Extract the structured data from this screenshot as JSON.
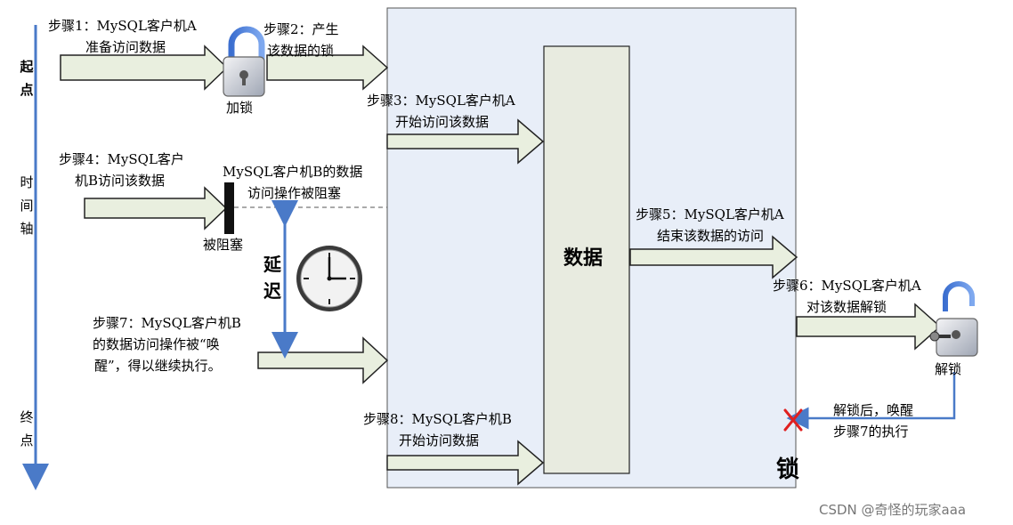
{
  "timeline": {
    "start": "起点",
    "axis": "时间轴",
    "end": "终点"
  },
  "steps": {
    "s1": [
      "步骤1：MySQL客户机A",
      "准备访问数据"
    ],
    "s2": [
      "步骤2：产生",
      "该数据的锁"
    ],
    "s3": [
      "步骤3：MySQL客户机A",
      "开始访问该数据"
    ],
    "s4": [
      "步骤4：MySQL客户",
      "机B访问该数据"
    ],
    "blocked_note": [
      "MySQL客户机B的数据",
      "访问操作被阻塞"
    ],
    "s5": [
      "步骤5：MySQL客户机A",
      "结束该数据的访问"
    ],
    "s6": [
      "步骤6：MySQL客户机A",
      "对该数据解锁"
    ],
    "s7": [
      "步骤7：MySQL客户机B",
      "的数据访问操作被“唤",
      "醒”，得以继续执行。"
    ],
    "s8": [
      "步骤8：MySQL客户机B",
      "开始访问数据"
    ]
  },
  "labels": {
    "lock": "加锁",
    "blocked": "被阻塞",
    "delay": "延迟",
    "data": "数据",
    "unlock": "解锁",
    "wake": [
      "解锁后，唤醒",
      "步骤7的执行"
    ],
    "lock_region": "锁"
  },
  "watermark": "CSDN @奇怪的玩家aaa",
  "colors": {
    "arrow_fill": "#e9efdf",
    "lock_bg": "#e8eef8",
    "data_box": "#e8ebe0",
    "axis": "#4a7ac8",
    "x_mark": "#e02020"
  }
}
